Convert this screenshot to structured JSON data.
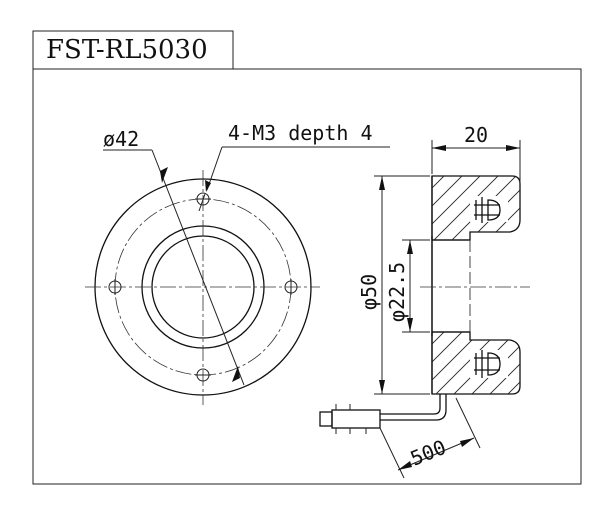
{
  "title": "FST-RL5030",
  "front_view": {
    "bolt_circle_label": "ø42",
    "hole_label": "4-M3 depth 4"
  },
  "side_view": {
    "width_label": "20",
    "outer_diameter_label": "φ50",
    "inner_diameter_label": "φ22.5",
    "cable_length_label": "500"
  }
}
